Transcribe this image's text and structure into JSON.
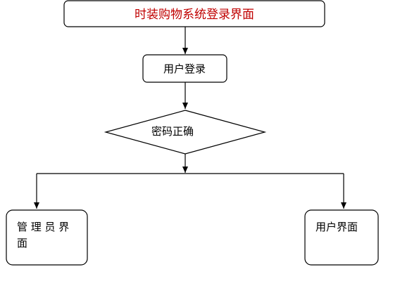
{
  "diagram": {
    "title_node": {
      "label": "时装购物系统登录界面",
      "color": "#c00000"
    },
    "login_node": {
      "label": "用户登录"
    },
    "decision_node": {
      "label": "密码正确"
    },
    "admin_node": {
      "label_line1": "管 理 员 界",
      "label_line2": "面"
    },
    "user_node": {
      "label": "用户界面"
    }
  },
  "colors": {
    "stroke": "#000000",
    "text": "#000000",
    "background": "#ffffff"
  }
}
